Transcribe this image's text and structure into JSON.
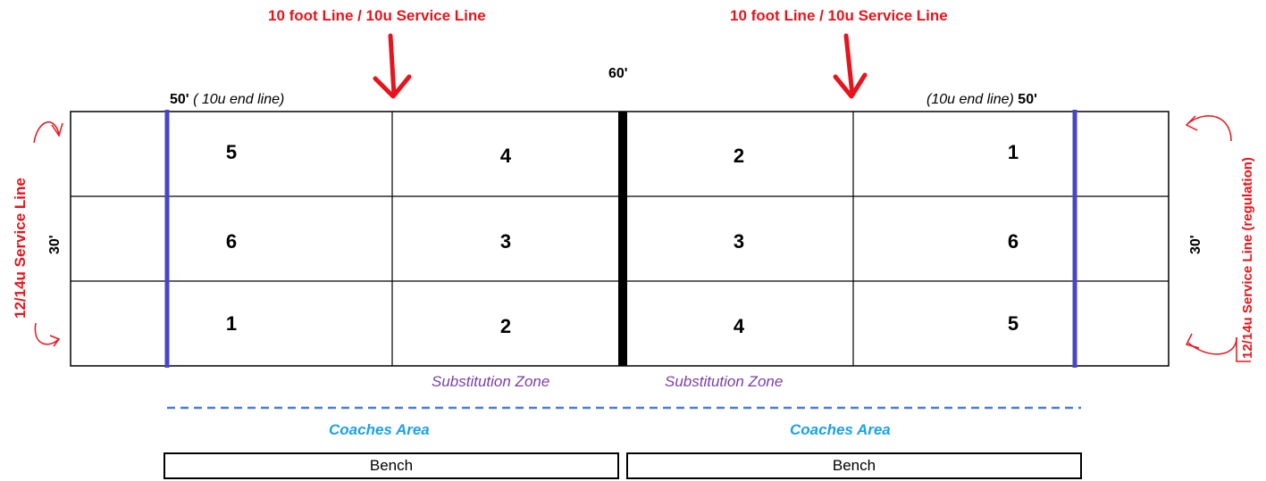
{
  "top_labels": {
    "left_arrow_label": "10 foot Line / 10u Service Line",
    "right_arrow_label": "10 foot Line / 10u Service Line",
    "court_length": "60'"
  },
  "end_lines": {
    "left_distance": "50'",
    "left_note": "( 10u end line)",
    "right_note": "(10u end line)",
    "right_distance": "50'"
  },
  "side_labels": {
    "left_width": "30'",
    "right_width": "30'",
    "left_service": "12/14u Service Line",
    "right_service": "12/14u Service Line (regulation)"
  },
  "court": {
    "left_positions": [
      [
        "5",
        "4"
      ],
      [
        "6",
        "3"
      ],
      [
        "1",
        "2"
      ]
    ],
    "right_positions": [
      [
        "2",
        "1"
      ],
      [
        "3",
        "6"
      ],
      [
        "4",
        "5"
      ]
    ]
  },
  "zones": {
    "left_substitution": "Substitution Zone",
    "right_substitution": "Substitution Zone",
    "left_coaches": "Coaches Area",
    "right_coaches": "Coaches Area",
    "left_bench": "Bench",
    "right_bench": "Bench"
  },
  "colors": {
    "service_line": "#4646c8",
    "net": "#000000",
    "annotation_red": "#e8141b",
    "substitution_purple": "#7a3fa8",
    "coaches_blue": "#1aa2e6",
    "dashed_line": "#4a7fd0"
  }
}
